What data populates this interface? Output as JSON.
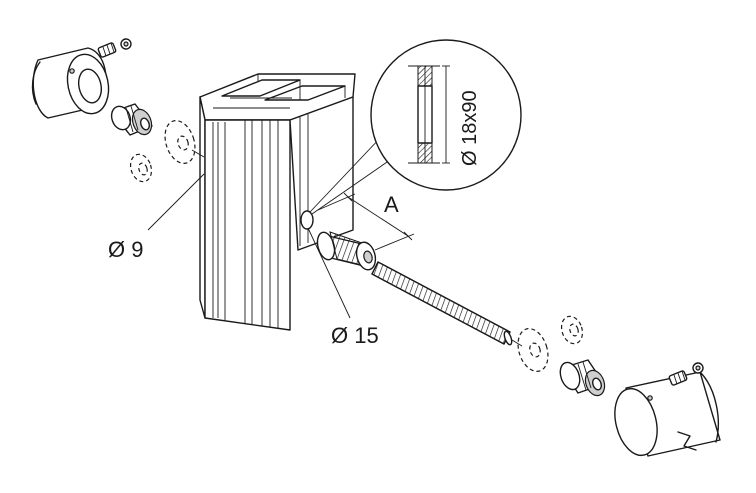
{
  "labels": {
    "hole_left": "Ø 9",
    "hole_center": "Ø 15",
    "dimension_a": "A",
    "detail_section": "Ø 18x90"
  }
}
